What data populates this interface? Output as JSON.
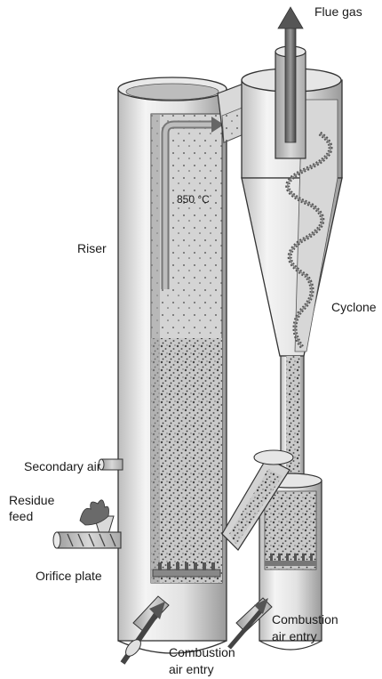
{
  "labels": {
    "flue_gas": "Flue gas",
    "riser": "Riser",
    "temperature": "850 °C",
    "cyclone": "Cyclone",
    "secondary_air": "Secondary air",
    "residue_feed_line1": "Residue",
    "residue_feed_line2": "feed",
    "orifice_plate": "Orifice plate",
    "combustion_air_right_line1": "Combustion",
    "combustion_air_right_line2": "air entry",
    "combustion_air_bottom_line1": "Combustion",
    "combustion_air_bottom_line2": "air entry"
  },
  "colors": {
    "shell_light": "#f2f2f2",
    "shell_mid": "#cfcfcf",
    "shell_dark": "#8a8a8a",
    "outline": "#333333",
    "particles": "#555555",
    "arrow": "#666666"
  }
}
